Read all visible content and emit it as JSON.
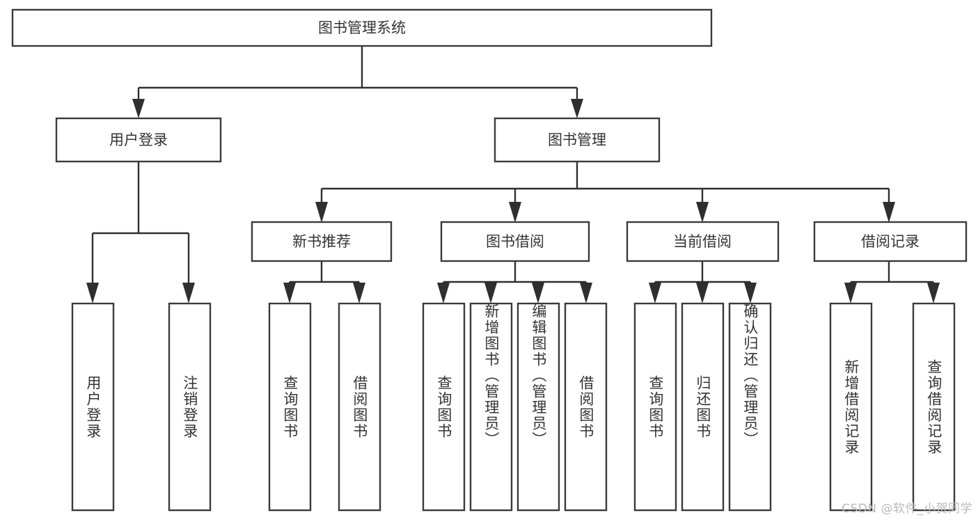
{
  "diagram": {
    "type": "tree-hierarchy-chart",
    "title": "图书管理系统",
    "orientation": "top-down",
    "colors": {
      "box_stroke": "#3a3a3a",
      "box_fill": "#ffffff",
      "connector": "#2f2f2f",
      "label_text": "#333333",
      "background": "#ffffff",
      "watermark_text": "#b9b9b9"
    },
    "root": {
      "label": "图书管理系统",
      "level": 0
    },
    "level1": [
      {
        "label": "用户登录",
        "level": 1
      },
      {
        "label": "图书管理",
        "level": 1
      }
    ],
    "level2": [
      {
        "label": "新书推荐",
        "level": 2,
        "parent": "图书管理"
      },
      {
        "label": "图书借阅",
        "level": 2,
        "parent": "图书管理"
      },
      {
        "label": "当前借阅",
        "level": 2,
        "parent": "图书管理"
      },
      {
        "label": "借阅记录",
        "level": 2,
        "parent": "图书管理"
      }
    ],
    "leaves": [
      {
        "label": "用户登录",
        "parent": "用户登录",
        "group": "user-login"
      },
      {
        "label": "注销登录",
        "parent": "用户登录",
        "group": "user-login"
      },
      {
        "label": "查询图书",
        "parent": "新书推荐",
        "group": "new-book-recommend"
      },
      {
        "label": "借阅图书",
        "parent": "新书推荐",
        "group": "new-book-recommend"
      },
      {
        "label": "查询图书",
        "parent": "图书借阅",
        "group": "book-borrow"
      },
      {
        "label": "新增图书（管理员）",
        "parent": "图书借阅",
        "group": "book-borrow"
      },
      {
        "label": "编辑图书（管理员）",
        "parent": "图书借阅",
        "group": "book-borrow"
      },
      {
        "label": "借阅图书",
        "parent": "图书借阅",
        "group": "book-borrow"
      },
      {
        "label": "查询图书",
        "parent": "当前借阅",
        "group": "current-borrow"
      },
      {
        "label": "归还图书",
        "parent": "当前借阅",
        "group": "current-borrow"
      },
      {
        "label": "确认归还（管理员）",
        "parent": "当前借阅",
        "group": "current-borrow"
      },
      {
        "label": "新增借阅记录",
        "parent": "借阅记录",
        "group": "borrow-record"
      },
      {
        "label": "查询借阅记录",
        "parent": "借阅记录",
        "group": "borrow-record"
      }
    ],
    "watermark": "CSDN @软件_小贺同学"
  }
}
